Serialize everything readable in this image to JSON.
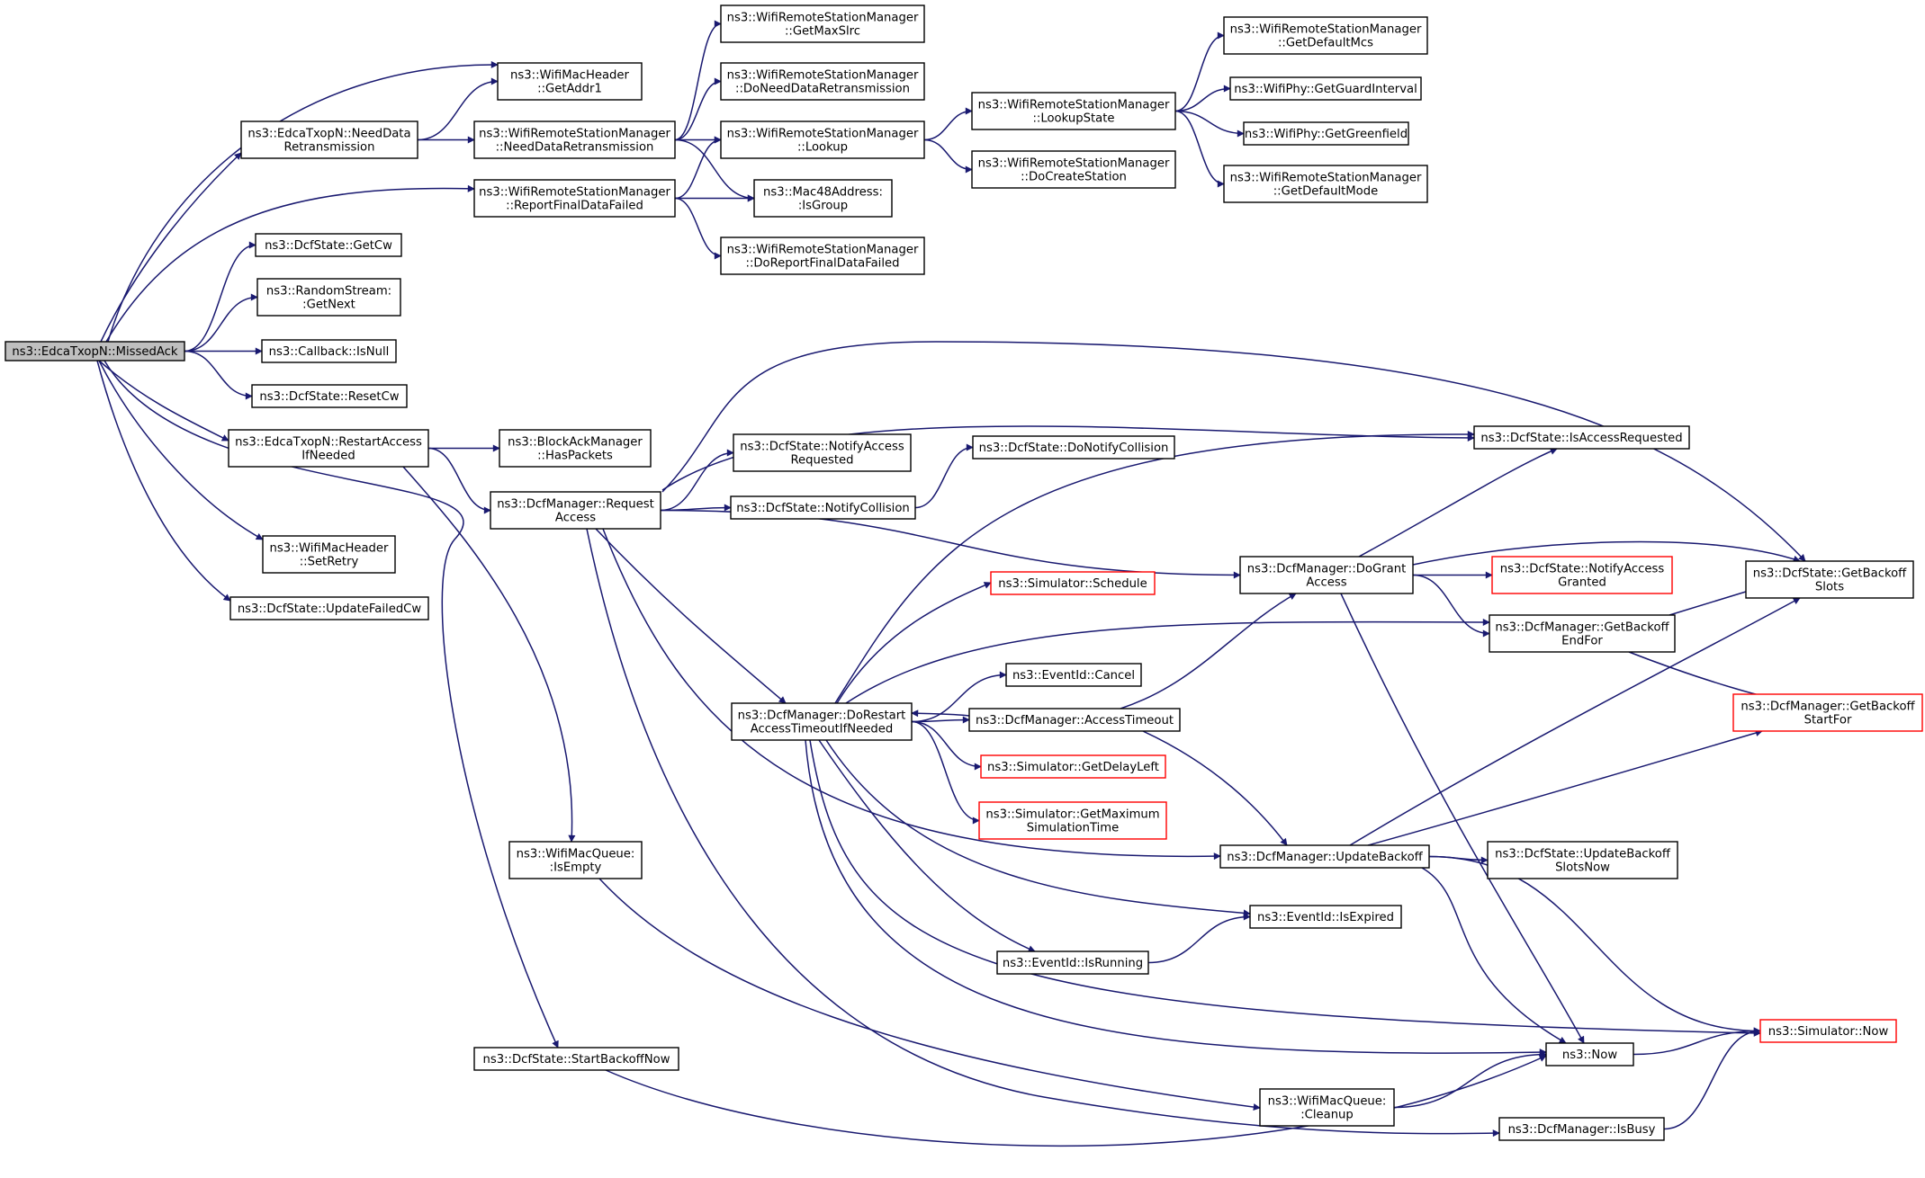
{
  "graph": {
    "colors": {
      "edge": "#191970",
      "border_normal": "#000000",
      "border_truncated": "#ff0000",
      "fill_normal": "#ffffff",
      "fill_root": "#bfbfbf"
    },
    "nodes": [
      {
        "id": "root",
        "lines": [
          "ns3::EdcaTxopN::MissedAck"
        ],
        "style": "root"
      },
      {
        "id": "getaddr1",
        "lines": [
          "ns3::WifiMacHeader",
          "::GetAddr1"
        ],
        "style": "normal"
      },
      {
        "id": "edca_needretx",
        "lines": [
          "ns3::EdcaTxopN::NeedData",
          "Retransmission"
        ],
        "style": "normal"
      },
      {
        "id": "wrsm_needretx",
        "lines": [
          "ns3::WifiRemoteStationManager",
          "::NeedDataRetransmission"
        ],
        "style": "normal"
      },
      {
        "id": "wrsm_reportfinal",
        "lines": [
          "ns3::WifiRemoteStationManager",
          "::ReportFinalDataFailed"
        ],
        "style": "normal"
      },
      {
        "id": "getmaxslrc",
        "lines": [
          "ns3::WifiRemoteStationManager",
          "::GetMaxSlrc"
        ],
        "style": "normal"
      },
      {
        "id": "doneedretx",
        "lines": [
          "ns3::WifiRemoteStationManager",
          "::DoNeedDataRetransmission"
        ],
        "style": "normal"
      },
      {
        "id": "lookup",
        "lines": [
          "ns3::WifiRemoteStationManager",
          "::Lookup"
        ],
        "style": "normal"
      },
      {
        "id": "isgroup",
        "lines": [
          "ns3::Mac48Address:",
          ":IsGroup"
        ],
        "style": "normal"
      },
      {
        "id": "doreportfinal",
        "lines": [
          "ns3::WifiRemoteStationManager",
          "::DoReportFinalDataFailed"
        ],
        "style": "normal"
      },
      {
        "id": "lookupstate",
        "lines": [
          "ns3::WifiRemoteStationManager",
          "::LookupState"
        ],
        "style": "normal"
      },
      {
        "id": "docreatestation",
        "lines": [
          "ns3::WifiRemoteStationManager",
          "::DoCreateStation"
        ],
        "style": "normal"
      },
      {
        "id": "getdefaultmcs",
        "lines": [
          "ns3::WifiRemoteStationManager",
          "::GetDefaultMcs"
        ],
        "style": "normal"
      },
      {
        "id": "getguardinterval",
        "lines": [
          "ns3::WifiPhy::GetGuardInterval"
        ],
        "style": "normal"
      },
      {
        "id": "getgreenfield",
        "lines": [
          "ns3::WifiPhy::GetGreenfield"
        ],
        "style": "normal"
      },
      {
        "id": "getdefaultmode",
        "lines": [
          "ns3::WifiRemoteStationManager",
          "::GetDefaultMode"
        ],
        "style": "normal"
      },
      {
        "id": "getcw",
        "lines": [
          "ns3::DcfState::GetCw"
        ],
        "style": "normal"
      },
      {
        "id": "getnext",
        "lines": [
          "ns3::RandomStream:",
          ":GetNext"
        ],
        "style": "normal"
      },
      {
        "id": "isnull",
        "lines": [
          "ns3::Callback::IsNull"
        ],
        "style": "normal"
      },
      {
        "id": "resetcw",
        "lines": [
          "ns3::DcfState::ResetCw"
        ],
        "style": "normal"
      },
      {
        "id": "restartaccess",
        "lines": [
          "ns3::EdcaTxopN::RestartAccess",
          "IfNeeded"
        ],
        "style": "normal"
      },
      {
        "id": "haspackets",
        "lines": [
          "ns3::BlockAckManager",
          "::HasPackets"
        ],
        "style": "normal"
      },
      {
        "id": "requestaccess",
        "lines": [
          "ns3::DcfManager::Request",
          "Access"
        ],
        "style": "normal"
      },
      {
        "id": "notifyaccessrequested",
        "lines": [
          "ns3::DcfState::NotifyAccess",
          "Requested"
        ],
        "style": "normal"
      },
      {
        "id": "notifycollision",
        "lines": [
          "ns3::DcfState::NotifyCollision"
        ],
        "style": "normal"
      },
      {
        "id": "donotifycollision",
        "lines": [
          "ns3::DcfState::DoNotifyCollision"
        ],
        "style": "normal"
      },
      {
        "id": "isaccessrequested",
        "lines": [
          "ns3::DcfState::IsAccessRequested"
        ],
        "style": "normal"
      },
      {
        "id": "setretry",
        "lines": [
          "ns3::WifiMacHeader",
          "::SetRetry"
        ],
        "style": "normal"
      },
      {
        "id": "updatefailedcw",
        "lines": [
          "ns3::DcfState::UpdateFailedCw"
        ],
        "style": "normal"
      },
      {
        "id": "dograntaccess",
        "lines": [
          "ns3::DcfManager::DoGrant",
          "Access"
        ],
        "style": "normal"
      },
      {
        "id": "notifyaccessgranted",
        "lines": [
          "ns3::DcfState::NotifyAccess",
          "Granted"
        ],
        "style": "truncated"
      },
      {
        "id": "getbackoffslots",
        "lines": [
          "ns3::DcfState::GetBackoff",
          "Slots"
        ],
        "style": "normal"
      },
      {
        "id": "schedule",
        "lines": [
          "ns3::Simulator::Schedule"
        ],
        "style": "truncated"
      },
      {
        "id": "getbackoffendfor",
        "lines": [
          "ns3::DcfManager::GetBackoff",
          "EndFor"
        ],
        "style": "normal"
      },
      {
        "id": "cancel",
        "lines": [
          "ns3::EventId::Cancel"
        ],
        "style": "normal"
      },
      {
        "id": "dorestart",
        "lines": [
          "ns3::DcfManager::DoRestart",
          "AccessTimeoutIfNeeded"
        ],
        "style": "normal"
      },
      {
        "id": "accesstimeout",
        "lines": [
          "ns3::DcfManager::AccessTimeout"
        ],
        "style": "normal"
      },
      {
        "id": "getbackoffstartfor",
        "lines": [
          "ns3::DcfManager::GetBackoff",
          "StartFor"
        ],
        "style": "truncated"
      },
      {
        "id": "getdelayleft",
        "lines": [
          "ns3::Simulator::GetDelayLeft"
        ],
        "style": "truncated"
      },
      {
        "id": "getmaxsimtime",
        "lines": [
          "ns3::Simulator::GetMaximum",
          "SimulationTime"
        ],
        "style": "truncated"
      },
      {
        "id": "wifimacqueue_isempty",
        "lines": [
          "ns3::WifiMacQueue:",
          ":IsEmpty"
        ],
        "style": "normal"
      },
      {
        "id": "updatebackoff",
        "lines": [
          "ns3::DcfManager::UpdateBackoff"
        ],
        "style": "normal"
      },
      {
        "id": "updatebackoffslotsnow",
        "lines": [
          "ns3::DcfState::UpdateBackoff",
          "SlotsNow"
        ],
        "style": "normal"
      },
      {
        "id": "isexpired",
        "lines": [
          "ns3::EventId::IsExpired"
        ],
        "style": "normal"
      },
      {
        "id": "isrunning",
        "lines": [
          "ns3::EventId::IsRunning"
        ],
        "style": "normal"
      },
      {
        "id": "simulator_now",
        "lines": [
          "ns3::Simulator::Now"
        ],
        "style": "truncated"
      },
      {
        "id": "startbackoffnow",
        "lines": [
          "ns3::DcfState::StartBackoffNow"
        ],
        "style": "normal"
      },
      {
        "id": "now",
        "lines": [
          "ns3::Now"
        ],
        "style": "normal"
      },
      {
        "id": "cleanup",
        "lines": [
          "ns3::WifiMacQueue:",
          ":Cleanup"
        ],
        "style": "normal"
      },
      {
        "id": "isbusy",
        "lines": [
          "ns3::DcfManager::IsBusy"
        ],
        "style": "normal"
      }
    ],
    "edges": [
      [
        "root",
        "getaddr1"
      ],
      [
        "root",
        "edca_needretx"
      ],
      [
        "root",
        "wrsm_reportfinal"
      ],
      [
        "root",
        "getcw"
      ],
      [
        "root",
        "getnext"
      ],
      [
        "root",
        "isnull"
      ],
      [
        "root",
        "resetcw"
      ],
      [
        "root",
        "restartaccess"
      ],
      [
        "root",
        "setretry"
      ],
      [
        "root",
        "updatefailedcw"
      ],
      [
        "root",
        "startbackoffnow"
      ],
      [
        "edca_needretx",
        "getaddr1"
      ],
      [
        "edca_needretx",
        "wrsm_needretx"
      ],
      [
        "wrsm_needretx",
        "getmaxslrc"
      ],
      [
        "wrsm_needretx",
        "doneedretx"
      ],
      [
        "wrsm_needretx",
        "lookup"
      ],
      [
        "wrsm_needretx",
        "isgroup"
      ],
      [
        "wrsm_reportfinal",
        "lookup"
      ],
      [
        "wrsm_reportfinal",
        "isgroup"
      ],
      [
        "wrsm_reportfinal",
        "doreportfinal"
      ],
      [
        "lookup",
        "lookupstate"
      ],
      [
        "lookup",
        "docreatestation"
      ],
      [
        "lookupstate",
        "getdefaultmcs"
      ],
      [
        "lookupstate",
        "getguardinterval"
      ],
      [
        "lookupstate",
        "getgreenfield"
      ],
      [
        "lookupstate",
        "getdefaultmode"
      ],
      [
        "restartaccess",
        "haspackets"
      ],
      [
        "restartaccess",
        "requestaccess"
      ],
      [
        "restartaccess",
        "wifimacqueue_isempty"
      ],
      [
        "requestaccess",
        "notifyaccessrequested"
      ],
      [
        "requestaccess",
        "notifycollision"
      ],
      [
        "requestaccess",
        "isaccessrequested"
      ],
      [
        "requestaccess",
        "getbackoffslots"
      ],
      [
        "requestaccess",
        "dograntaccess"
      ],
      [
        "requestaccess",
        "dorestart"
      ],
      [
        "requestaccess",
        "updatebackoff"
      ],
      [
        "requestaccess",
        "isbusy"
      ],
      [
        "notifycollision",
        "donotifycollision"
      ],
      [
        "dograntaccess",
        "isaccessrequested"
      ],
      [
        "dograntaccess",
        "notifyaccessgranted"
      ],
      [
        "dograntaccess",
        "getbackoffslots"
      ],
      [
        "dograntaccess",
        "getbackoffendfor"
      ],
      [
        "dograntaccess",
        "now"
      ],
      [
        "getbackoffendfor",
        "getbackoffslots"
      ],
      [
        "getbackoffendfor",
        "getbackoffstartfor"
      ],
      [
        "dorestart",
        "isaccessrequested"
      ],
      [
        "dorestart",
        "schedule"
      ],
      [
        "dorestart",
        "getbackoffendfor"
      ],
      [
        "dorestart",
        "cancel"
      ],
      [
        "dorestart",
        "accesstimeout"
      ],
      [
        "dorestart",
        "getdelayleft"
      ],
      [
        "dorestart",
        "getmaxsimtime"
      ],
      [
        "dorestart",
        "isexpired"
      ],
      [
        "dorestart",
        "isrunning"
      ],
      [
        "dorestart",
        "simulator_now"
      ],
      [
        "dorestart",
        "now"
      ],
      [
        "accesstimeout",
        "dorestart"
      ],
      [
        "accesstimeout",
        "dograntaccess"
      ],
      [
        "accesstimeout",
        "updatebackoff"
      ],
      [
        "updatebackoff",
        "getbackoffslots"
      ],
      [
        "updatebackoff",
        "getbackoffstartfor"
      ],
      [
        "updatebackoff",
        "updatebackoffslotsnow"
      ],
      [
        "updatebackoff",
        "now"
      ],
      [
        "updatebackoff",
        "simulator_now"
      ],
      [
        "isrunning",
        "isexpired"
      ],
      [
        "wifimacqueue_isempty",
        "cleanup"
      ],
      [
        "startbackoffnow",
        "now"
      ],
      [
        "now",
        "simulator_now"
      ],
      [
        "cleanup",
        "now"
      ],
      [
        "isbusy",
        "simulator_now"
      ]
    ]
  }
}
